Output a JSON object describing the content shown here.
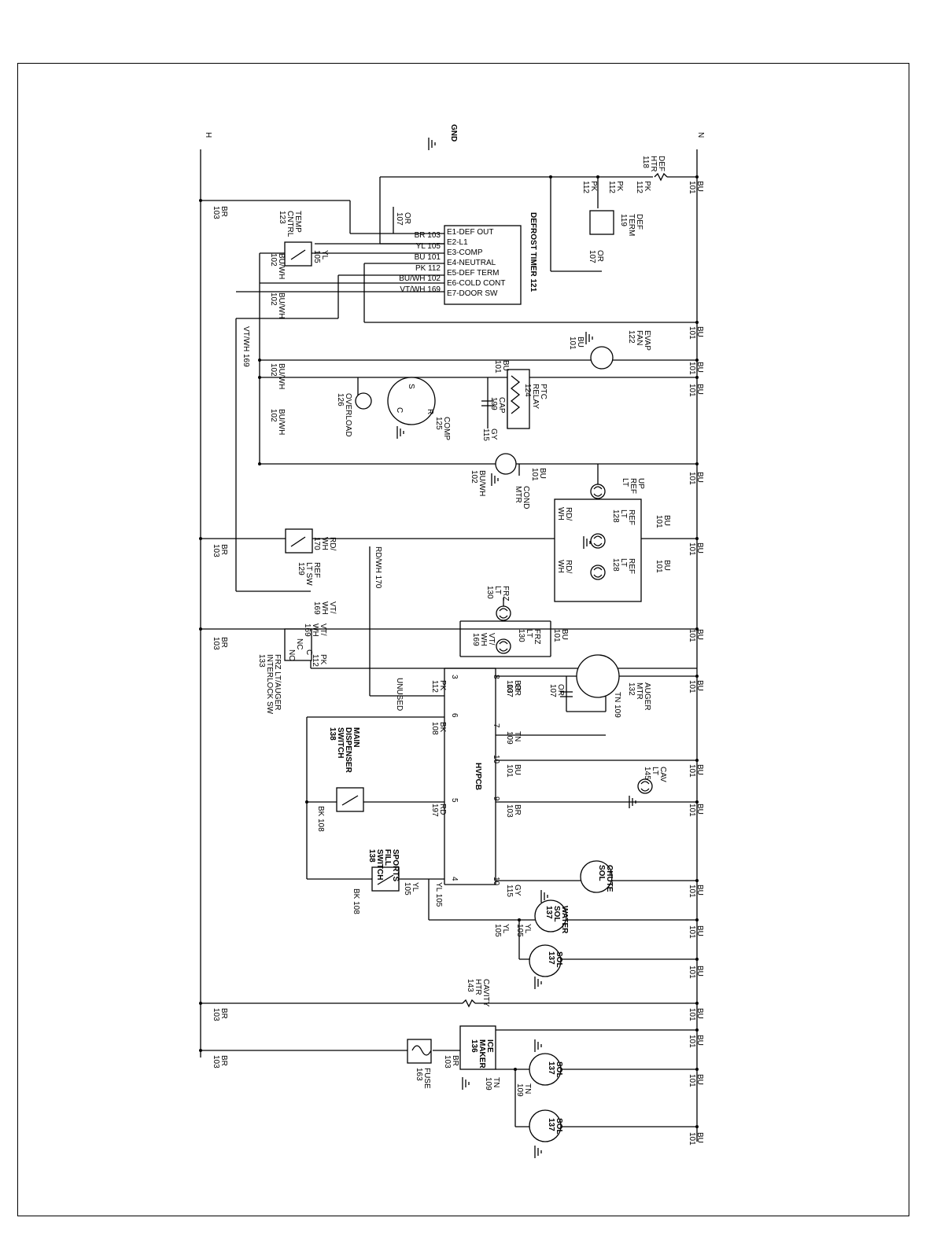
{
  "rails": {
    "left": "H",
    "right": "N",
    "gnd": "GND"
  },
  "timer": {
    "title": "DEFROST TIMER 121",
    "terminals": [
      "E1-DEF OUT",
      "E2-L1",
      "E3-COMP",
      "E4-NEUTRAL",
      "E5-DEF TERM",
      "E6-COLD CONT",
      "E7-DOOR SW"
    ],
    "wires": [
      "BR 103",
      "YL 105",
      "BU 101",
      "PK 112",
      "BU/WH 102",
      "VT/WH 169"
    ],
    "or_top": [
      "OR",
      "107"
    ],
    "or_right": [
      "OR",
      "107"
    ]
  },
  "wires": {
    "br103": [
      "BR",
      "103"
    ],
    "bu101": [
      "BU",
      "101"
    ],
    "buwh102": [
      "BU/WH",
      "102"
    ],
    "pk112": [
      "PK",
      "112"
    ],
    "yl105": [
      "YL",
      "105"
    ],
    "tn109": [
      "TN",
      "109"
    ],
    "gy115": [
      "GY",
      "115"
    ],
    "vtwh169_long": "VT/WH 169",
    "rdwh170_long": "RD/WH 170",
    "vtwh169": [
      "VT/",
      "WH",
      "169"
    ],
    "rdwh170": [
      "RD/",
      "WH",
      "170"
    ],
    "rdwh": [
      "RD/",
      "WH"
    ],
    "bk108": [
      "BK",
      "108"
    ],
    "bk108_inline": "BK 108",
    "rd197": [
      "RD",
      "197"
    ],
    "yl105_inline": "YL 105",
    "tn109_inline": "TN 109",
    "unused": "UNUSED"
  },
  "components": {
    "def_htr": [
      "DEF",
      "HTR",
      "118"
    ],
    "def_term": [
      "DEF",
      "TERM",
      "119"
    ],
    "temp_cntrl": [
      "TEMP",
      "CNTRL",
      "123"
    ],
    "evap_fan": [
      "EVAP",
      "FAN",
      "122"
    ],
    "ptc_relay": [
      "PTC",
      "RELAY",
      "124"
    ],
    "cap": [
      "CAP",
      "199"
    ],
    "comp": [
      "COMP",
      "125"
    ],
    "comp_pins": [
      "S",
      "R",
      "C"
    ],
    "overload": [
      "OVERLOAD",
      "126"
    ],
    "cond_mtr": [
      "COND",
      "MTR"
    ],
    "up_ref_lt": [
      "UP",
      "REF",
      "LT"
    ],
    "ref_lt": [
      "REF",
      "LT",
      "128"
    ],
    "ref_lt_sw": [
      "REF",
      "LT SW",
      "129"
    ],
    "frz_lt": [
      "FRZ",
      "LT",
      "130"
    ],
    "interlock": [
      "FRZ LT/AUGER",
      "INTERLOCK SW",
      "133"
    ],
    "interlock_pins": [
      "NC",
      "C",
      "NO"
    ],
    "auger_mtr": [
      "AUGER",
      "MTR",
      "132"
    ],
    "hvpcb": "HVPCB",
    "hvpcb_left_pins": [
      "3",
      "6",
      "5",
      "4"
    ],
    "hvpcb_right_pins": [
      "8",
      "7",
      "10",
      "9",
      "10"
    ],
    "main_disp": [
      "MAIN",
      "DISPENSER",
      "SWITCH",
      "138"
    ],
    "sports_fill": [
      "SPORTS",
      "FILL",
      "SWITCH",
      "138"
    ],
    "cav_lt": [
      "CAV",
      "LT",
      "145"
    ],
    "chute_sol": [
      "CHUTE",
      "SOL"
    ],
    "water_sol": [
      "WATER",
      "SOL",
      "137"
    ],
    "sol": [
      "SOL",
      "137"
    ],
    "cavity_htr": [
      "CAVITY",
      "HTR",
      "143"
    ],
    "ice_maker": [
      "ICE",
      "MAKER",
      "136"
    ],
    "fuse": [
      "FUSE",
      "163"
    ]
  }
}
